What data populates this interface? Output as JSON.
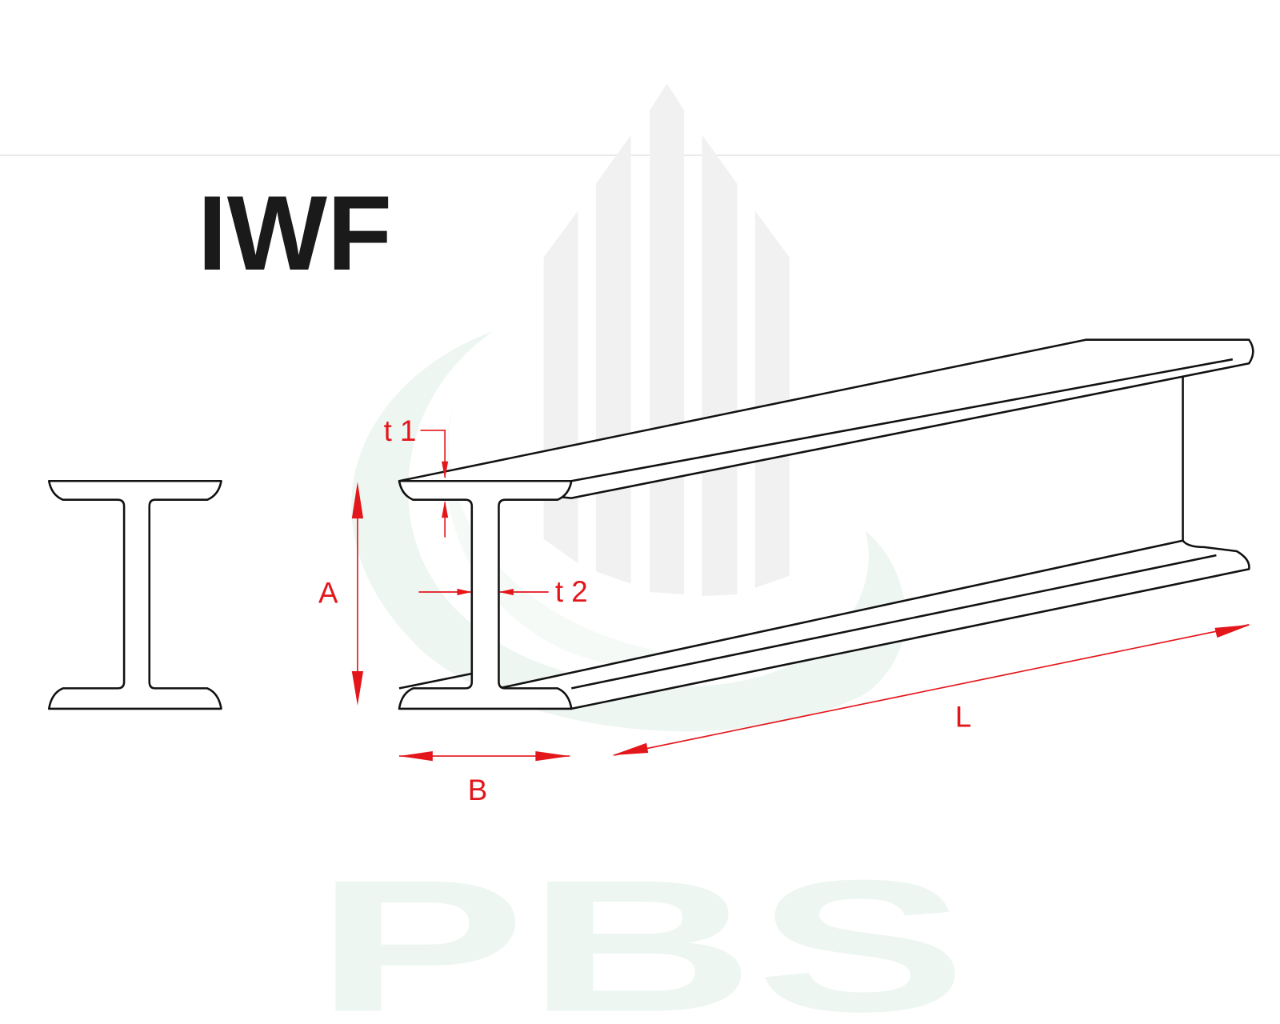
{
  "title": "IWF",
  "watermark": {
    "text": "PBS",
    "color": "#e8f3ec"
  },
  "dimensions": {
    "height_label": "A",
    "width_label": "B",
    "length_label": "L",
    "flange_thickness_label": "t 1",
    "web_thickness_label": "t 2"
  },
  "colors": {
    "dimension": "#e3161b",
    "outline": "#111111"
  }
}
